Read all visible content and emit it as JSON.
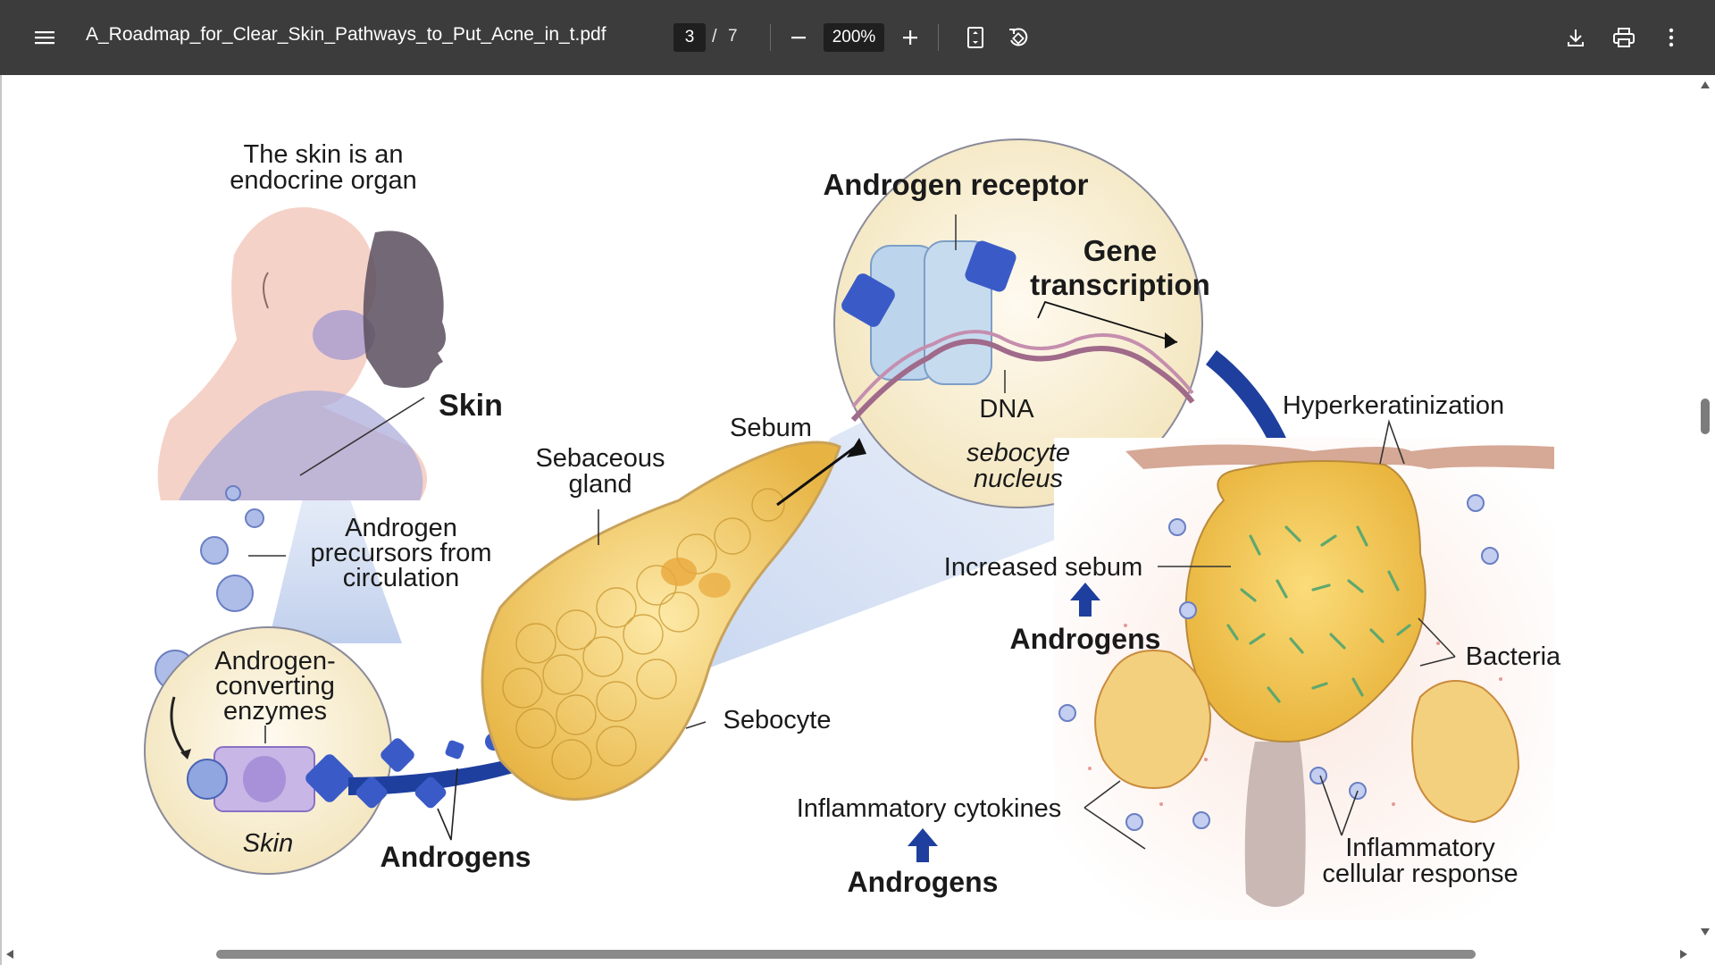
{
  "toolbar": {
    "menu_icon": "hamburger-menu-icon",
    "filename": "A_Roadmap_for_Clear_Skin_Pathways_to_Put_Acne_in_t.pdf",
    "current_page": "3",
    "page_separator": "/",
    "total_pages": "7",
    "zoom_out_icon": "minus-icon",
    "zoom_level": "200%",
    "zoom_in_icon": "plus-icon",
    "fit_page_icon": "fit-page-icon",
    "rotate_icon": "rotate-icon",
    "download_icon": "download-icon",
    "print_icon": "print-icon",
    "more_icon": "more-vertical-icon",
    "background_color": "#3c3c3c"
  },
  "figure": {
    "skin_endocrine_line1": "The skin is an",
    "skin_endocrine_line2": "endocrine organ",
    "skin_label": "Skin",
    "precursors_line1": "Androgen",
    "precursors_line2": "precursors from",
    "precursors_line3": "circulation",
    "enzymes_line1": "Androgen-",
    "enzymes_line2": "converting",
    "enzymes_line3": "enzymes",
    "skin_circle_label": "Skin",
    "androgens_1": "Androgens",
    "sebaceous_line1": "Sebaceous",
    "sebaceous_line2": "gland",
    "sebum": "Sebum",
    "sebocyte": "Sebocyte",
    "androgen_receptor": "Androgen receptor",
    "gene_line1": "Gene",
    "gene_line2": "transcription",
    "dna": "DNA",
    "nucleus_line1": "sebocyte",
    "nucleus_line2": "nucleus",
    "hyperkeratinization": "Hyperkeratinization",
    "increased_sebum": "Increased sebum",
    "androgens_2": "Androgens",
    "bacteria": "Bacteria",
    "inflammatory_cytokines": "Inflammatory cytokines",
    "androgens_3": "Androgens",
    "cellular_line1": "Inflammatory",
    "cellular_line2": "cellular response"
  },
  "colors": {
    "arrow_blue": "#1f3f9e",
    "circle_fill": "#f8f1dc",
    "gland_yellow": "#f2c75a",
    "receptor_blue": "#bcd4ec",
    "molecule_blue": "#3a5bc7"
  }
}
